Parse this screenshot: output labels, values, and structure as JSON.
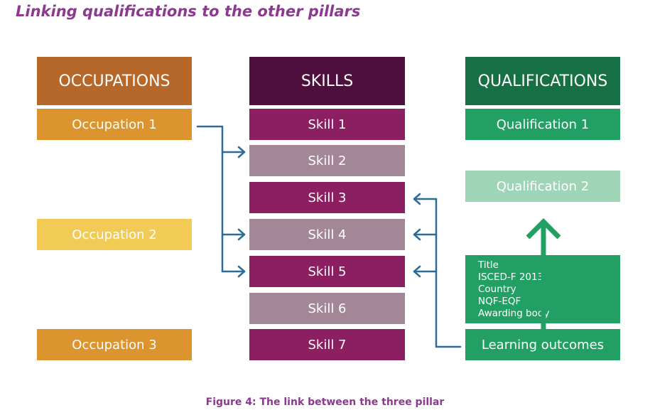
{
  "title": "Linking qualifications to the other pillars",
  "occupations": {
    "header": "OCCUPATIONS",
    "items": [
      "Occupation 1",
      "Occupation 2",
      "Occupation 3"
    ]
  },
  "skills": {
    "header": "SKILLS",
    "items": [
      "Skill 1",
      "Skill 2",
      "Skill 3",
      "Skill 4",
      "Skill 5",
      "Skill 6",
      "Skill 7"
    ]
  },
  "qualifications": {
    "header": "QUALIFICATIONS",
    "items": [
      "Qualification 1",
      "Qualification 2"
    ],
    "details": [
      "Title",
      "ISCED-F 2013",
      "Country",
      "NQF-EQF",
      "Awarding body"
    ],
    "learning_outcomes": "Learning outcomes"
  },
  "caption": "Figure 4: The link between the three pillar",
  "colors": {
    "occupation_header": "#b5682a",
    "occupation": "#dc952e",
    "occupation_light": "#f2cb57",
    "skills_header": "#4e0f3e",
    "skill_dark": "#8b1f61",
    "skill_light": "#a48796",
    "qualifications_header": "#166f45",
    "qualification": "#22a064",
    "qualification_light": "#9fd5b7",
    "connector": "#2f6b97",
    "title": "#8b3a8f"
  }
}
